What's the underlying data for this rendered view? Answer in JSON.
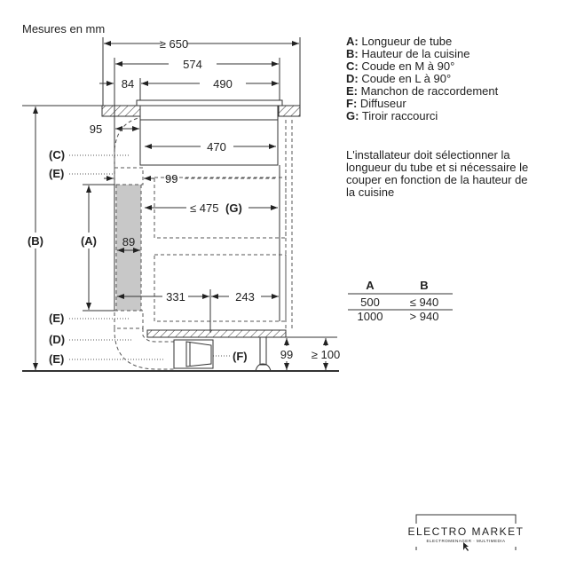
{
  "title": "Mesures en mm",
  "dimensions": {
    "overall_width": "≥ 650",
    "hob_width": "574",
    "offset_84": "84",
    "width_490": "490",
    "depth_95": "95",
    "box_470": "470",
    "gap_99": "99",
    "drawer_475": "≤ 475",
    "drawer_g": "(G)",
    "duct_89": "89",
    "dist_331": "331",
    "dist_243": "243",
    "plinth_99": "99",
    "plinth_100": "≥ 100"
  },
  "callouts": {
    "a": "(A)",
    "b": "(B)",
    "c": "(C)",
    "d": "(D)",
    "e1": "(E)",
    "e2": "(E)",
    "e3": "(E)",
    "f": "(F)"
  },
  "legend": [
    {
      "key": "A:",
      "text": " Longueur de tube"
    },
    {
      "key": "B:",
      "text": " Hauteur de la cuisine"
    },
    {
      "key": "C:",
      "text": " Coude en M à 90°"
    },
    {
      "key": "D:",
      "text": " Coude en L à 90°"
    },
    {
      "key": "E:",
      "text": " Manchon de raccordement"
    },
    {
      "key": "F:",
      "text": " Diffuseur"
    },
    {
      "key": "G:",
      "text": " Tiroir raccourci"
    }
  ],
  "note": [
    "L'installateur doit sélectionner la",
    "longueur du tube et si nécessaire le",
    "couper en fonction de la hauteur de",
    "la cuisine"
  ],
  "table": {
    "headers": [
      "A",
      "B"
    ],
    "rows": [
      [
        "500",
        "≤ 940"
      ],
      [
        "1000",
        "> 940"
      ]
    ]
  },
  "logo": {
    "name": "ELECTRO MARKET",
    "tagline": "ELECTROMENAGER · MULTIMEDIA"
  }
}
